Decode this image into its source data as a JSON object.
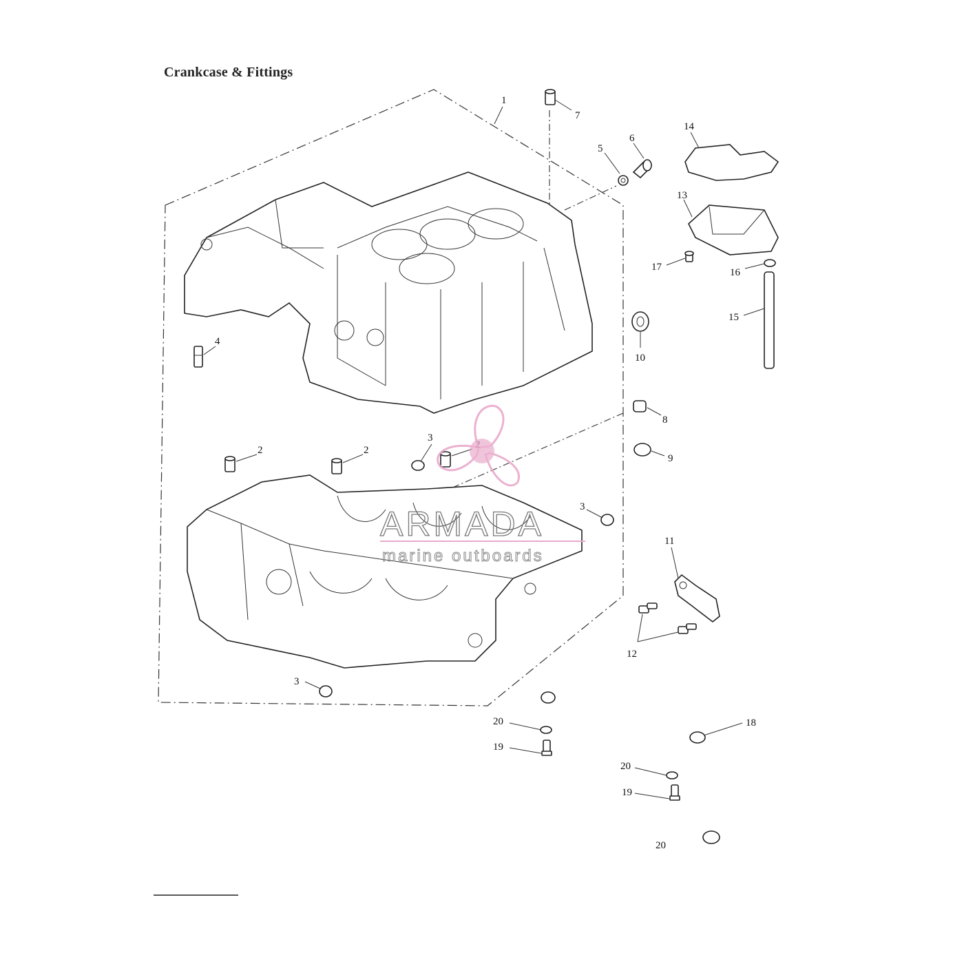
{
  "title": "Crankcase & Fittings",
  "callouts": {
    "c1": "1",
    "c2a": "2",
    "c2b": "2",
    "c2c": "2",
    "c3a": "3",
    "c3b": "3",
    "c3c": "3",
    "c4": "4",
    "c5": "5",
    "c6": "6",
    "c7": "7",
    "c8": "8",
    "c9": "9",
    "c10": "10",
    "c11": "11",
    "c12": "12",
    "c13": "13",
    "c14": "14",
    "c15": "15",
    "c16": "16",
    "c17": "17",
    "c18": "18",
    "c19a": "19",
    "c19b": "19",
    "c20a": "20",
    "c20b": "20",
    "c20c": "20"
  },
  "watermark": {
    "brand": "ARMADA",
    "tagline": "marine outboards",
    "accent_color": "#e9a9cb"
  }
}
